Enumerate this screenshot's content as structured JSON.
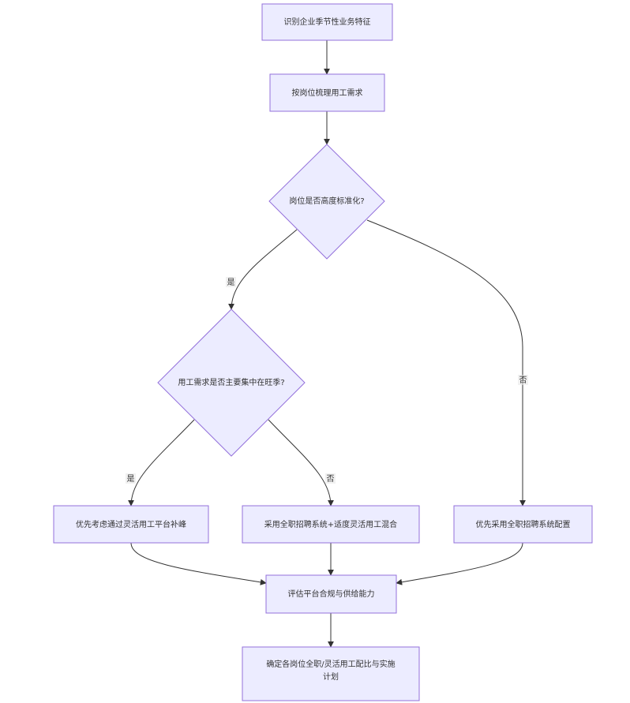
{
  "nodes": {
    "n1": "识别企业季节性业务特征",
    "n2": "按岗位梳理用工需求",
    "d1": "岗位是否高度标准化?",
    "d2": "用工需求是否主要集中在旺季?",
    "a1": "优先考虑通过灵活用工平台补峰",
    "a2": "采用全职招聘系统+适度灵活用工混合",
    "a3": "优先采用全职招聘系统配置",
    "n3": "评估平台合规与供给能力",
    "n4_line1": "确定各岗位全职/灵活用工配比与实施",
    "n4_line2": "计划"
  },
  "edges": {
    "yes": "是",
    "no": "否"
  },
  "colors": {
    "node_fill": "#ECECFF",
    "node_stroke": "#9370DB",
    "edge": "#333333"
  }
}
